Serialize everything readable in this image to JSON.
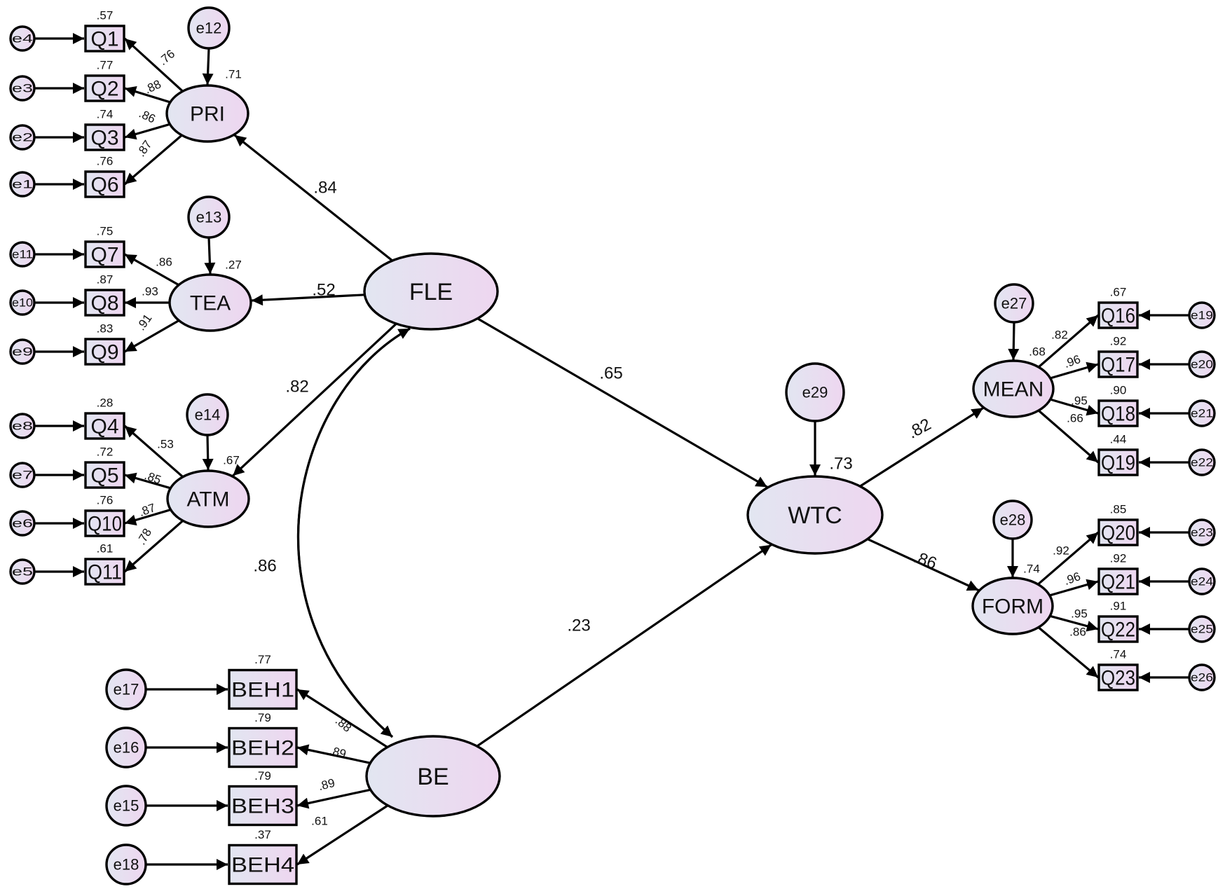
{
  "title": "Structural equation model path diagram",
  "colors": {
    "node_fill_left": "#e2e6f1",
    "node_fill_right": "#eed6f0",
    "stroke": "#000000",
    "background": "#ffffff"
  },
  "latents": [
    {
      "id": "PRI",
      "label": "PRI",
      "r2": ".71",
      "error": "e12"
    },
    {
      "id": "TEA",
      "label": "TEA",
      "r2": ".27",
      "error": "e13"
    },
    {
      "id": "ATM",
      "label": "ATM",
      "r2": ".67",
      "error": "e14"
    },
    {
      "id": "FLE",
      "label": "FLE"
    },
    {
      "id": "BE",
      "label": "BE"
    },
    {
      "id": "WTC",
      "label": "WTC",
      "r2": ".73",
      "error": "e29"
    },
    {
      "id": "MEAN",
      "label": "MEAN",
      "r2": ".68",
      "error": "e27"
    },
    {
      "id": "FORM",
      "label": "FORM",
      "r2": ".74",
      "error": "e28"
    }
  ],
  "indicators": [
    {
      "id": "Q1",
      "factor": "PRI",
      "error": "e4",
      "r2": ".57",
      "loading": ".76"
    },
    {
      "id": "Q2",
      "factor": "PRI",
      "error": "e3",
      "r2": ".77",
      "loading": ".88"
    },
    {
      "id": "Q3",
      "factor": "PRI",
      "error": "e2",
      "r2": ".74",
      "loading": ".86"
    },
    {
      "id": "Q6",
      "factor": "PRI",
      "error": "e1",
      "r2": ".76",
      "loading": ".87"
    },
    {
      "id": "Q7",
      "factor": "TEA",
      "error": "e11",
      "r2": ".75",
      "loading": ".86"
    },
    {
      "id": "Q8",
      "factor": "TEA",
      "error": "e10",
      "r2": ".87",
      "loading": ".93"
    },
    {
      "id": "Q9",
      "factor": "TEA",
      "error": "e9",
      "r2": ".83",
      "loading": ".91"
    },
    {
      "id": "Q4",
      "factor": "ATM",
      "error": "e8",
      "r2": ".28",
      "loading": ".53"
    },
    {
      "id": "Q5",
      "factor": "ATM",
      "error": "e7",
      "r2": ".72",
      "loading": ".85"
    },
    {
      "id": "Q10",
      "factor": "ATM",
      "error": "e6",
      "r2": ".76",
      "loading": ".87"
    },
    {
      "id": "Q11",
      "factor": "ATM",
      "error": "e5",
      "r2": ".61",
      "loading": ".78"
    },
    {
      "id": "BEH1",
      "factor": "BE",
      "error": "e17",
      "r2": ".77",
      "loading": ".88"
    },
    {
      "id": "BEH2",
      "factor": "BE",
      "error": "e16",
      "r2": ".79",
      "loading": ".89"
    },
    {
      "id": "BEH3",
      "factor": "BE",
      "error": "e15",
      "r2": ".79",
      "loading": ".89"
    },
    {
      "id": "BEH4",
      "factor": "BE",
      "error": "e18",
      "r2": ".37",
      "loading": ".61"
    },
    {
      "id": "Q16",
      "factor": "MEAN",
      "error": "e19",
      "r2": ".67",
      "loading": ".82"
    },
    {
      "id": "Q17",
      "factor": "MEAN",
      "error": "e20",
      "r2": ".92",
      "loading": ".96"
    },
    {
      "id": "Q18",
      "factor": "MEAN",
      "error": "e21",
      "r2": ".90",
      "loading": ".95"
    },
    {
      "id": "Q19",
      "factor": "MEAN",
      "error": "e22",
      "r2": ".44",
      "loading": ".66"
    },
    {
      "id": "Q20",
      "factor": "FORM",
      "error": "e23",
      "r2": ".85",
      "loading": ".92"
    },
    {
      "id": "Q21",
      "factor": "FORM",
      "error": "e24",
      "r2": ".92",
      "loading": ".96"
    },
    {
      "id": "Q22",
      "factor": "FORM",
      "error": "e25",
      "r2": ".91",
      "loading": ".95"
    },
    {
      "id": "Q23",
      "factor": "FORM",
      "error": "e26",
      "r2": ".74",
      "loading": ".86"
    }
  ],
  "structural_paths": [
    {
      "from": "FLE",
      "to": "PRI",
      "value": ".84"
    },
    {
      "from": "FLE",
      "to": "TEA",
      "value": ".52"
    },
    {
      "from": "FLE",
      "to": "ATM",
      "value": ".82"
    },
    {
      "from": "FLE",
      "to": "WTC",
      "value": ".65"
    },
    {
      "from": "BE",
      "to": "WTC",
      "value": ".23"
    },
    {
      "from": "WTC",
      "to": "MEAN",
      "value": ".82"
    },
    {
      "from": "WTC",
      "to": "FORM",
      "value": ".86"
    }
  ],
  "covariances": [
    {
      "between": [
        "FLE",
        "BE"
      ],
      "value": ".86"
    }
  ]
}
